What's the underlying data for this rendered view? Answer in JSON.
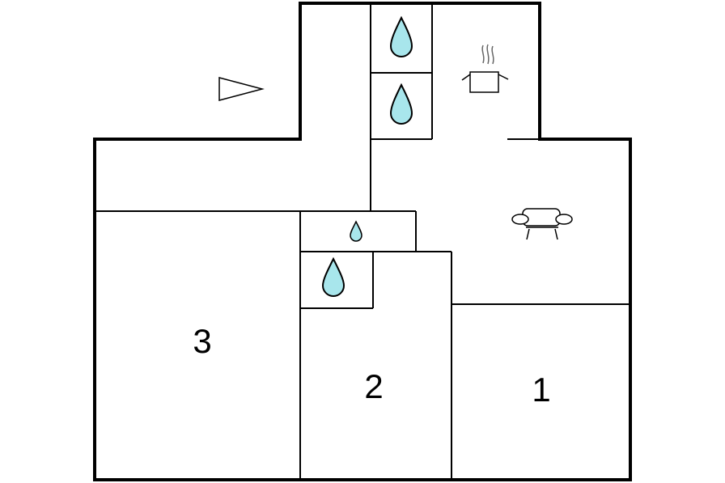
{
  "floorplan": {
    "rooms": [
      {
        "id": "bedroom-1",
        "number": "1"
      },
      {
        "id": "bedroom-2",
        "number": "2"
      },
      {
        "id": "bedroom-3",
        "number": "3"
      }
    ],
    "icons": {
      "water_drop": "water-drop-icon",
      "cooking_pot": "cooking-pot-icon",
      "sofa": "sofa-icon",
      "entrance_arrow": "entrance-arrow-icon"
    },
    "colors": {
      "wall": "#000000",
      "water": "#a8e6ec",
      "background": "#ffffff"
    }
  }
}
